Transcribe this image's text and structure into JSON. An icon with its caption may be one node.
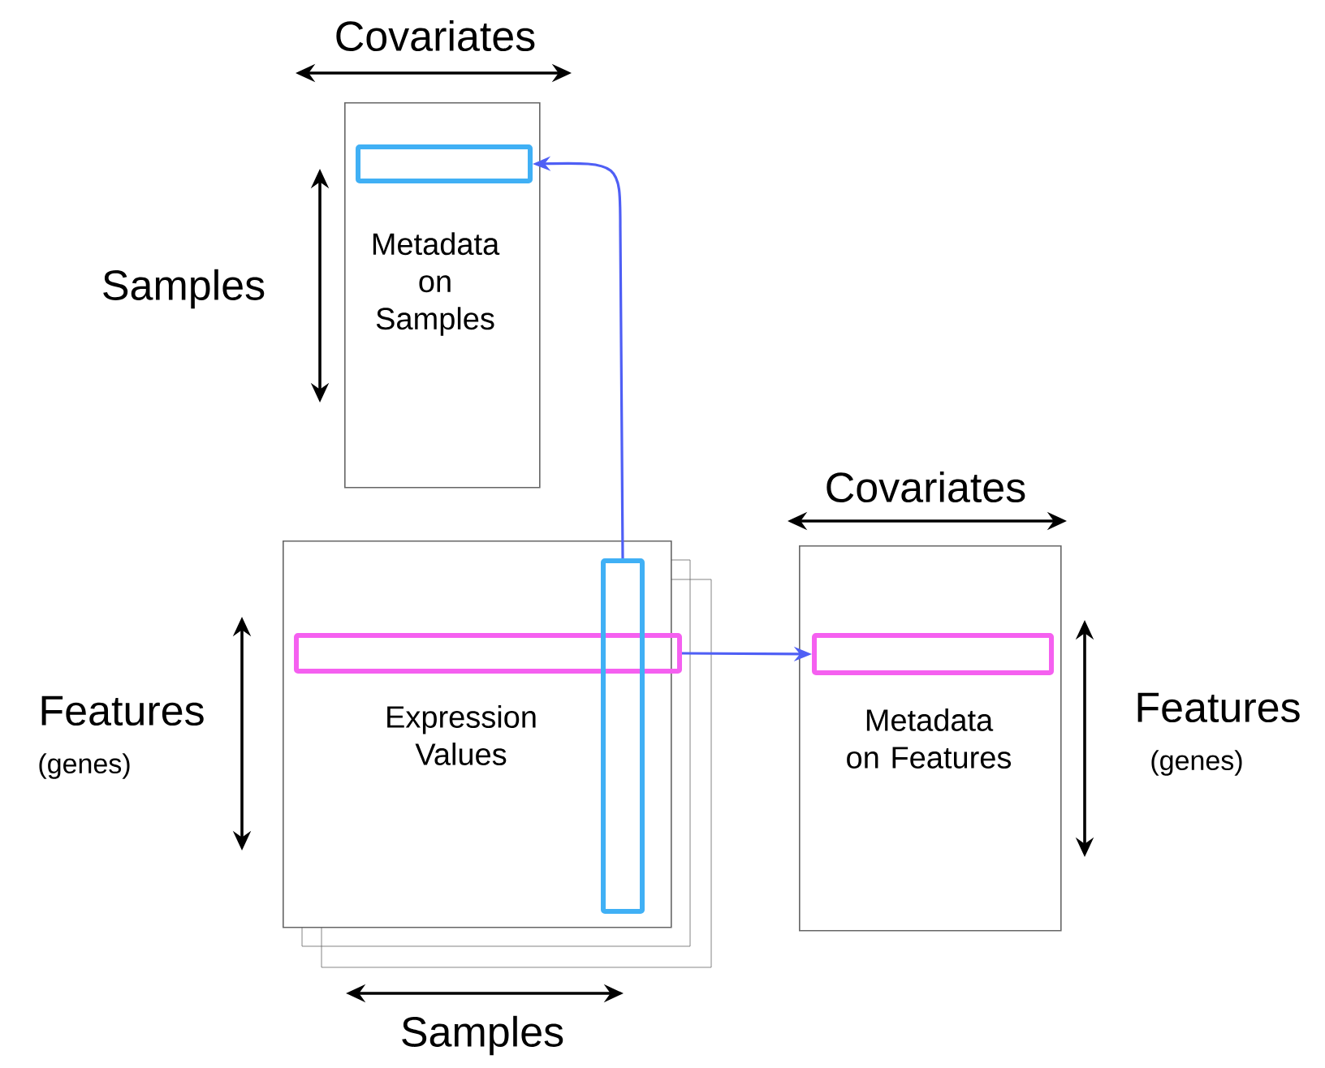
{
  "diagram": {
    "nodes": [
      {
        "text": [
          "Metadata on Samples"
        ]
      },
      {
        "text": [],
        "shape": "bar",
        "in": 0
      },
      {
        "text": [
          "Expression Values"
        ]
      },
      {
        "text": [],
        "shape": "bar",
        "in": 2
      },
      {
        "text": [],
        "shape": "bar",
        "in": 2
      },
      {
        "text": [
          "Metadata on Features"
        ]
      },
      {
        "text": [],
        "shape": "bar",
        "in": 5
      }
    ],
    "edges": [
      {
        "from": 4,
        "to": 1,
        "arrow": "to"
      },
      {
        "from": 3,
        "to": 6,
        "arrow": "to"
      }
    ],
    "labels": [
      "Covariates",
      "Samples",
      "Covariates",
      "Features",
      "(genes)",
      "Features",
      "(genes)",
      "Samples"
    ]
  }
}
